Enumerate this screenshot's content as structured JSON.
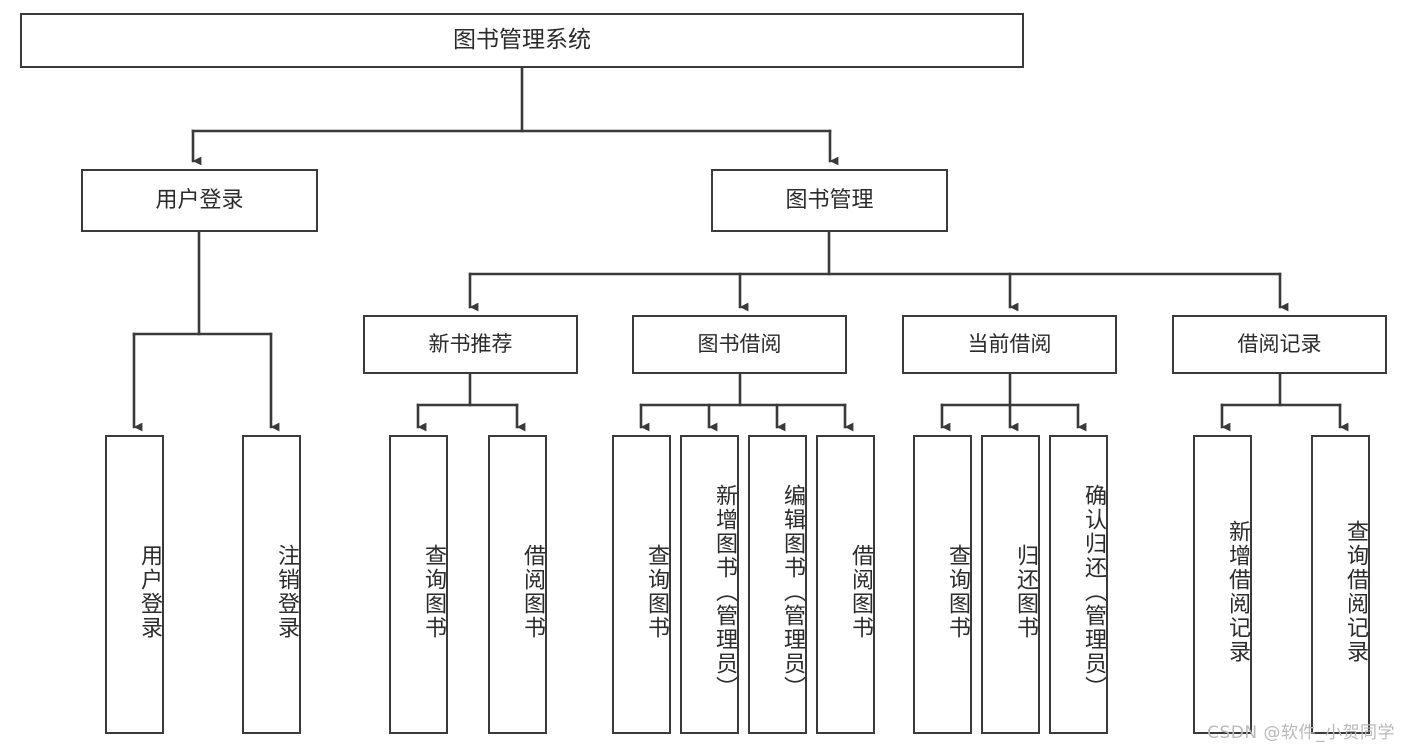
{
  "diagram": {
    "title": "图书管理系统",
    "type": "tree",
    "watermark": "CSDN @软件_小贺同学",
    "colors": {
      "box_border": "#3a3a3a",
      "box_fill": "#ffffff",
      "connector": "#3a3a3a",
      "text": "#2b2b2b",
      "watermark": "#b9b9b9",
      "background": "#ffffff"
    },
    "root": {
      "label": "图书管理系统"
    },
    "level1": [
      {
        "label": "用户登录"
      },
      {
        "label": "图书管理"
      }
    ],
    "level2": [
      {
        "label": "新书推荐"
      },
      {
        "label": "图书借阅"
      },
      {
        "label": "当前借阅"
      },
      {
        "label": "借阅记录"
      }
    ],
    "leaves": {
      "user_login": [
        {
          "label": "用户登录"
        },
        {
          "label": "注销登录"
        }
      ],
      "new_book_recommend": [
        {
          "label": "查询图书"
        },
        {
          "label": "借阅图书"
        }
      ],
      "book_borrow": [
        {
          "label": "查询图书"
        },
        {
          "label": "新增图书（管理员）"
        },
        {
          "label": "编辑图书（管理员）"
        },
        {
          "label": "借阅图书"
        }
      ],
      "current_borrow": [
        {
          "label": "查询图书"
        },
        {
          "label": "归还图书"
        },
        {
          "label": "确认归还（管理员）"
        }
      ],
      "borrow_record": [
        {
          "label": "新增借阅记录"
        },
        {
          "label": "查询借阅记录"
        }
      ]
    }
  }
}
